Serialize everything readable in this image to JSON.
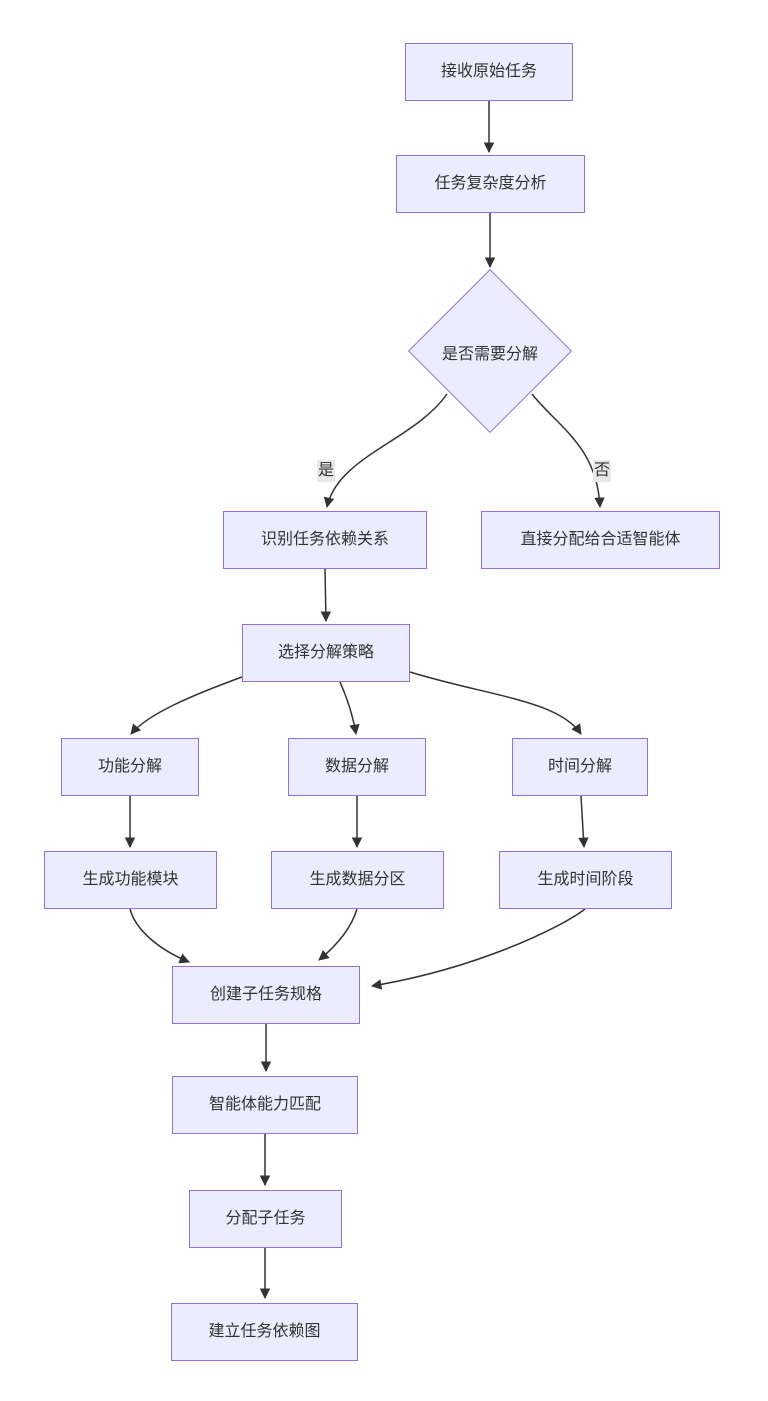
{
  "diagram": {
    "type": "flowchart",
    "direction": "top-down",
    "colors": {
      "node_fill": "#ECECFF",
      "node_border": "#9370DB",
      "edge_color": "#333333",
      "text_color": "#333333",
      "edge_label_bg": "#e8e8e8",
      "background": "#ffffff"
    },
    "nodes": {
      "A": {
        "label": "接收原始任务",
        "shape": "rect"
      },
      "B": {
        "label": "任务复杂度分析",
        "shape": "rect"
      },
      "C": {
        "label": "是否需要分解",
        "shape": "diamond"
      },
      "D": {
        "label": "识别任务依赖关系",
        "shape": "rect"
      },
      "E": {
        "label": "直接分配给合适智能体",
        "shape": "rect"
      },
      "F": {
        "label": "选择分解策略",
        "shape": "rect"
      },
      "G": {
        "label": "功能分解",
        "shape": "rect"
      },
      "H": {
        "label": "数据分解",
        "shape": "rect"
      },
      "I": {
        "label": "时间分解",
        "shape": "rect"
      },
      "J": {
        "label": "生成功能模块",
        "shape": "rect"
      },
      "K": {
        "label": "生成数据分区",
        "shape": "rect"
      },
      "L": {
        "label": "生成时间阶段",
        "shape": "rect"
      },
      "M": {
        "label": "创建子任务规格",
        "shape": "rect"
      },
      "N": {
        "label": "智能体能力匹配",
        "shape": "rect"
      },
      "O": {
        "label": "分配子任务",
        "shape": "rect"
      },
      "P": {
        "label": "建立任务依赖图",
        "shape": "rect"
      }
    },
    "edges": [
      {
        "from": "A",
        "to": "B",
        "label": ""
      },
      {
        "from": "B",
        "to": "C",
        "label": ""
      },
      {
        "from": "C",
        "to": "D",
        "label": "是"
      },
      {
        "from": "C",
        "to": "E",
        "label": "否"
      },
      {
        "from": "D",
        "to": "F",
        "label": ""
      },
      {
        "from": "F",
        "to": "G",
        "label": ""
      },
      {
        "from": "F",
        "to": "H",
        "label": ""
      },
      {
        "from": "F",
        "to": "I",
        "label": ""
      },
      {
        "from": "G",
        "to": "J",
        "label": ""
      },
      {
        "from": "H",
        "to": "K",
        "label": ""
      },
      {
        "from": "I",
        "to": "L",
        "label": ""
      },
      {
        "from": "J",
        "to": "M",
        "label": ""
      },
      {
        "from": "K",
        "to": "M",
        "label": ""
      },
      {
        "from": "L",
        "to": "M",
        "label": ""
      },
      {
        "from": "M",
        "to": "N",
        "label": ""
      },
      {
        "from": "N",
        "to": "O",
        "label": ""
      },
      {
        "from": "O",
        "to": "P",
        "label": ""
      }
    ]
  }
}
